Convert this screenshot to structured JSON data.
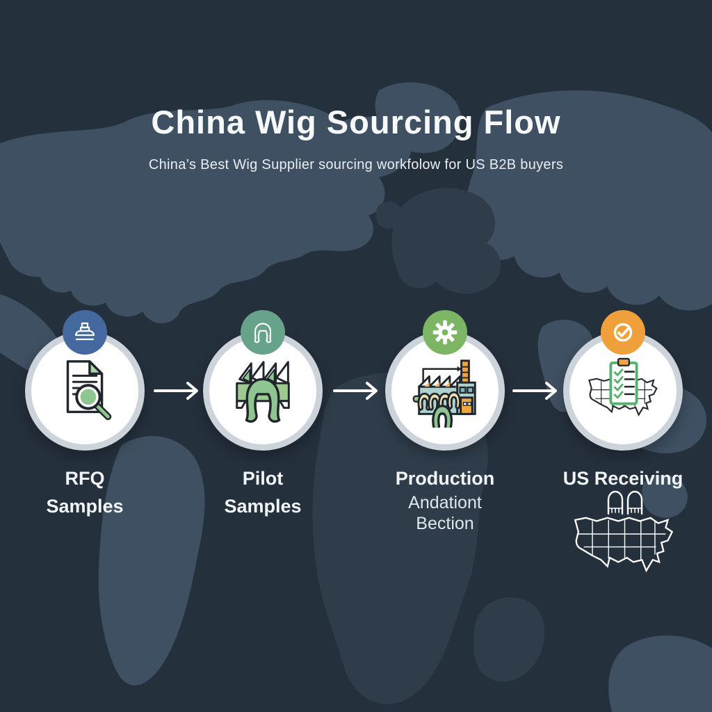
{
  "header": {
    "title": "China Wig Sourcing Flow",
    "subtitle": "China’s Best Wig Supplier sourcing workfolow for US B2B buyers"
  },
  "background": {
    "base_color": "#25303d",
    "land_color": "#3f5062",
    "land_light_color": "#46576a",
    "land_dark_color": "#2f3d4b"
  },
  "flow": {
    "arrow_color": "#ffffff",
    "ring_color": "#ccd3da",
    "circle_fill": "#ffffff"
  },
  "steps": [
    {
      "name": "RFQ Samples",
      "label_lines": [
        "RFQ",
        "Samples"
      ],
      "badge_color": "#44699f",
      "badge_icon": "stamp-icon",
      "main_icon": "rfq-document-magnifier-icon",
      "accent_color": "#8fc591"
    },
    {
      "name": "Pilot Samples",
      "label_lines": [
        "Pilot",
        "Samples"
      ],
      "badge_color": "#67a28b",
      "badge_icon": "wig-outline-icon",
      "main_icon": "pilot-wig-display-icon",
      "accent_color": "#8fc591"
    },
    {
      "name": "Production",
      "label_lines": [
        "Production"
      ],
      "sub_lines": [
        "Andationt",
        "Bection"
      ],
      "badge_color": "#7cb564",
      "badge_icon": "gear-icon",
      "main_icon": "production-factory-icon",
      "accent_color": "#aed2cd"
    },
    {
      "name": "US Receiving",
      "label_lines": [
        "US Receiving"
      ],
      "badge_color": "#efa03b",
      "badge_icon": "check-icon",
      "main_icon": "us-clipboard-checklist-map-icon",
      "footer_icon": "us-map-with-wigs-icon",
      "accent_color": "#57b271"
    }
  ]
}
